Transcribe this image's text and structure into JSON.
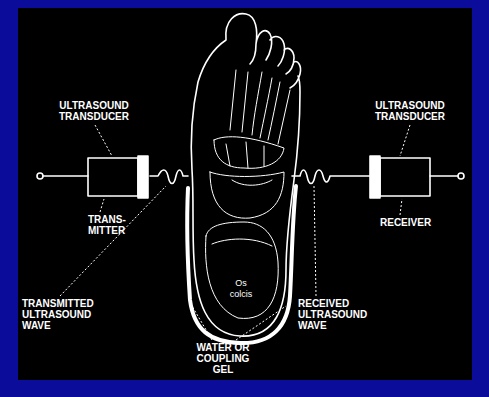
{
  "diagram": {
    "labels": [
      "ULTRASOUND TRANSDUCER",
      "TRANS- MITTER",
      "TRANSMITTED ULTRASOUND WAVE",
      "WATER OR COUPLING GEL",
      "Os colcis",
      "RECEIVED ULTRASOUND WAVE",
      "RECEIVER",
      "ULTRASOUND TRANSDUCER"
    ]
  }
}
